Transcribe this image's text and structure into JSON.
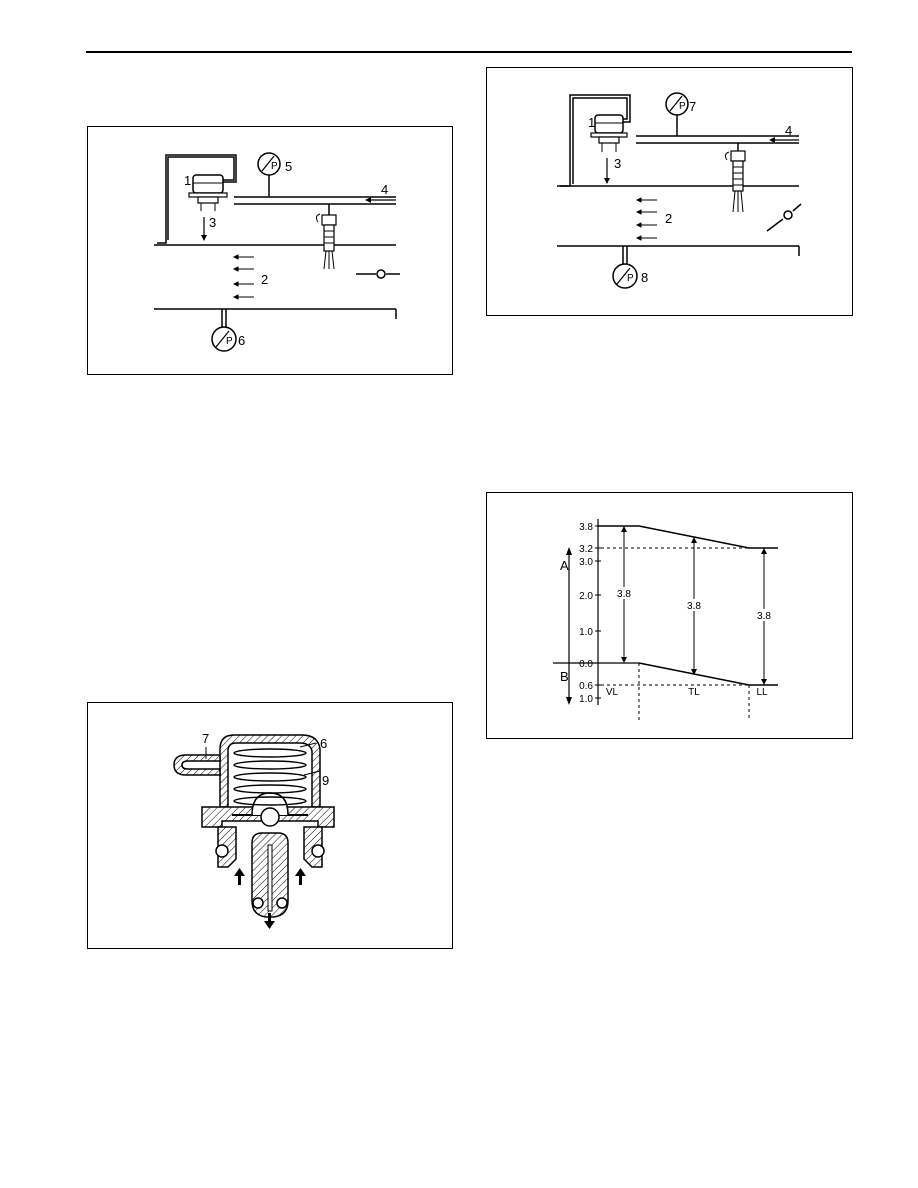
{
  "fig1": {
    "labels": {
      "l1": "1",
      "l2": "2",
      "l3": "3",
      "l4": "4",
      "l5": "5",
      "l6": "6",
      "p": "P"
    }
  },
  "fig2": {
    "labels": {
      "l1": "1",
      "l2": "2",
      "l3": "3",
      "l4": "4",
      "l7": "7",
      "l8": "8",
      "p": "P"
    }
  },
  "fig3": {
    "labels": {
      "l6": "6",
      "l7": "7",
      "l9": "9"
    }
  },
  "fig4": {
    "axis_a": "A",
    "axis_b": "B",
    "ticks": [
      "3.8",
      "3.2",
      "3.0",
      "2.0",
      "1.0",
      "0.0",
      "0.6",
      "1.0"
    ],
    "dims": [
      "3.8",
      "3.8",
      "3.8"
    ],
    "regions": [
      "VL",
      "TL",
      "LL"
    ]
  }
}
